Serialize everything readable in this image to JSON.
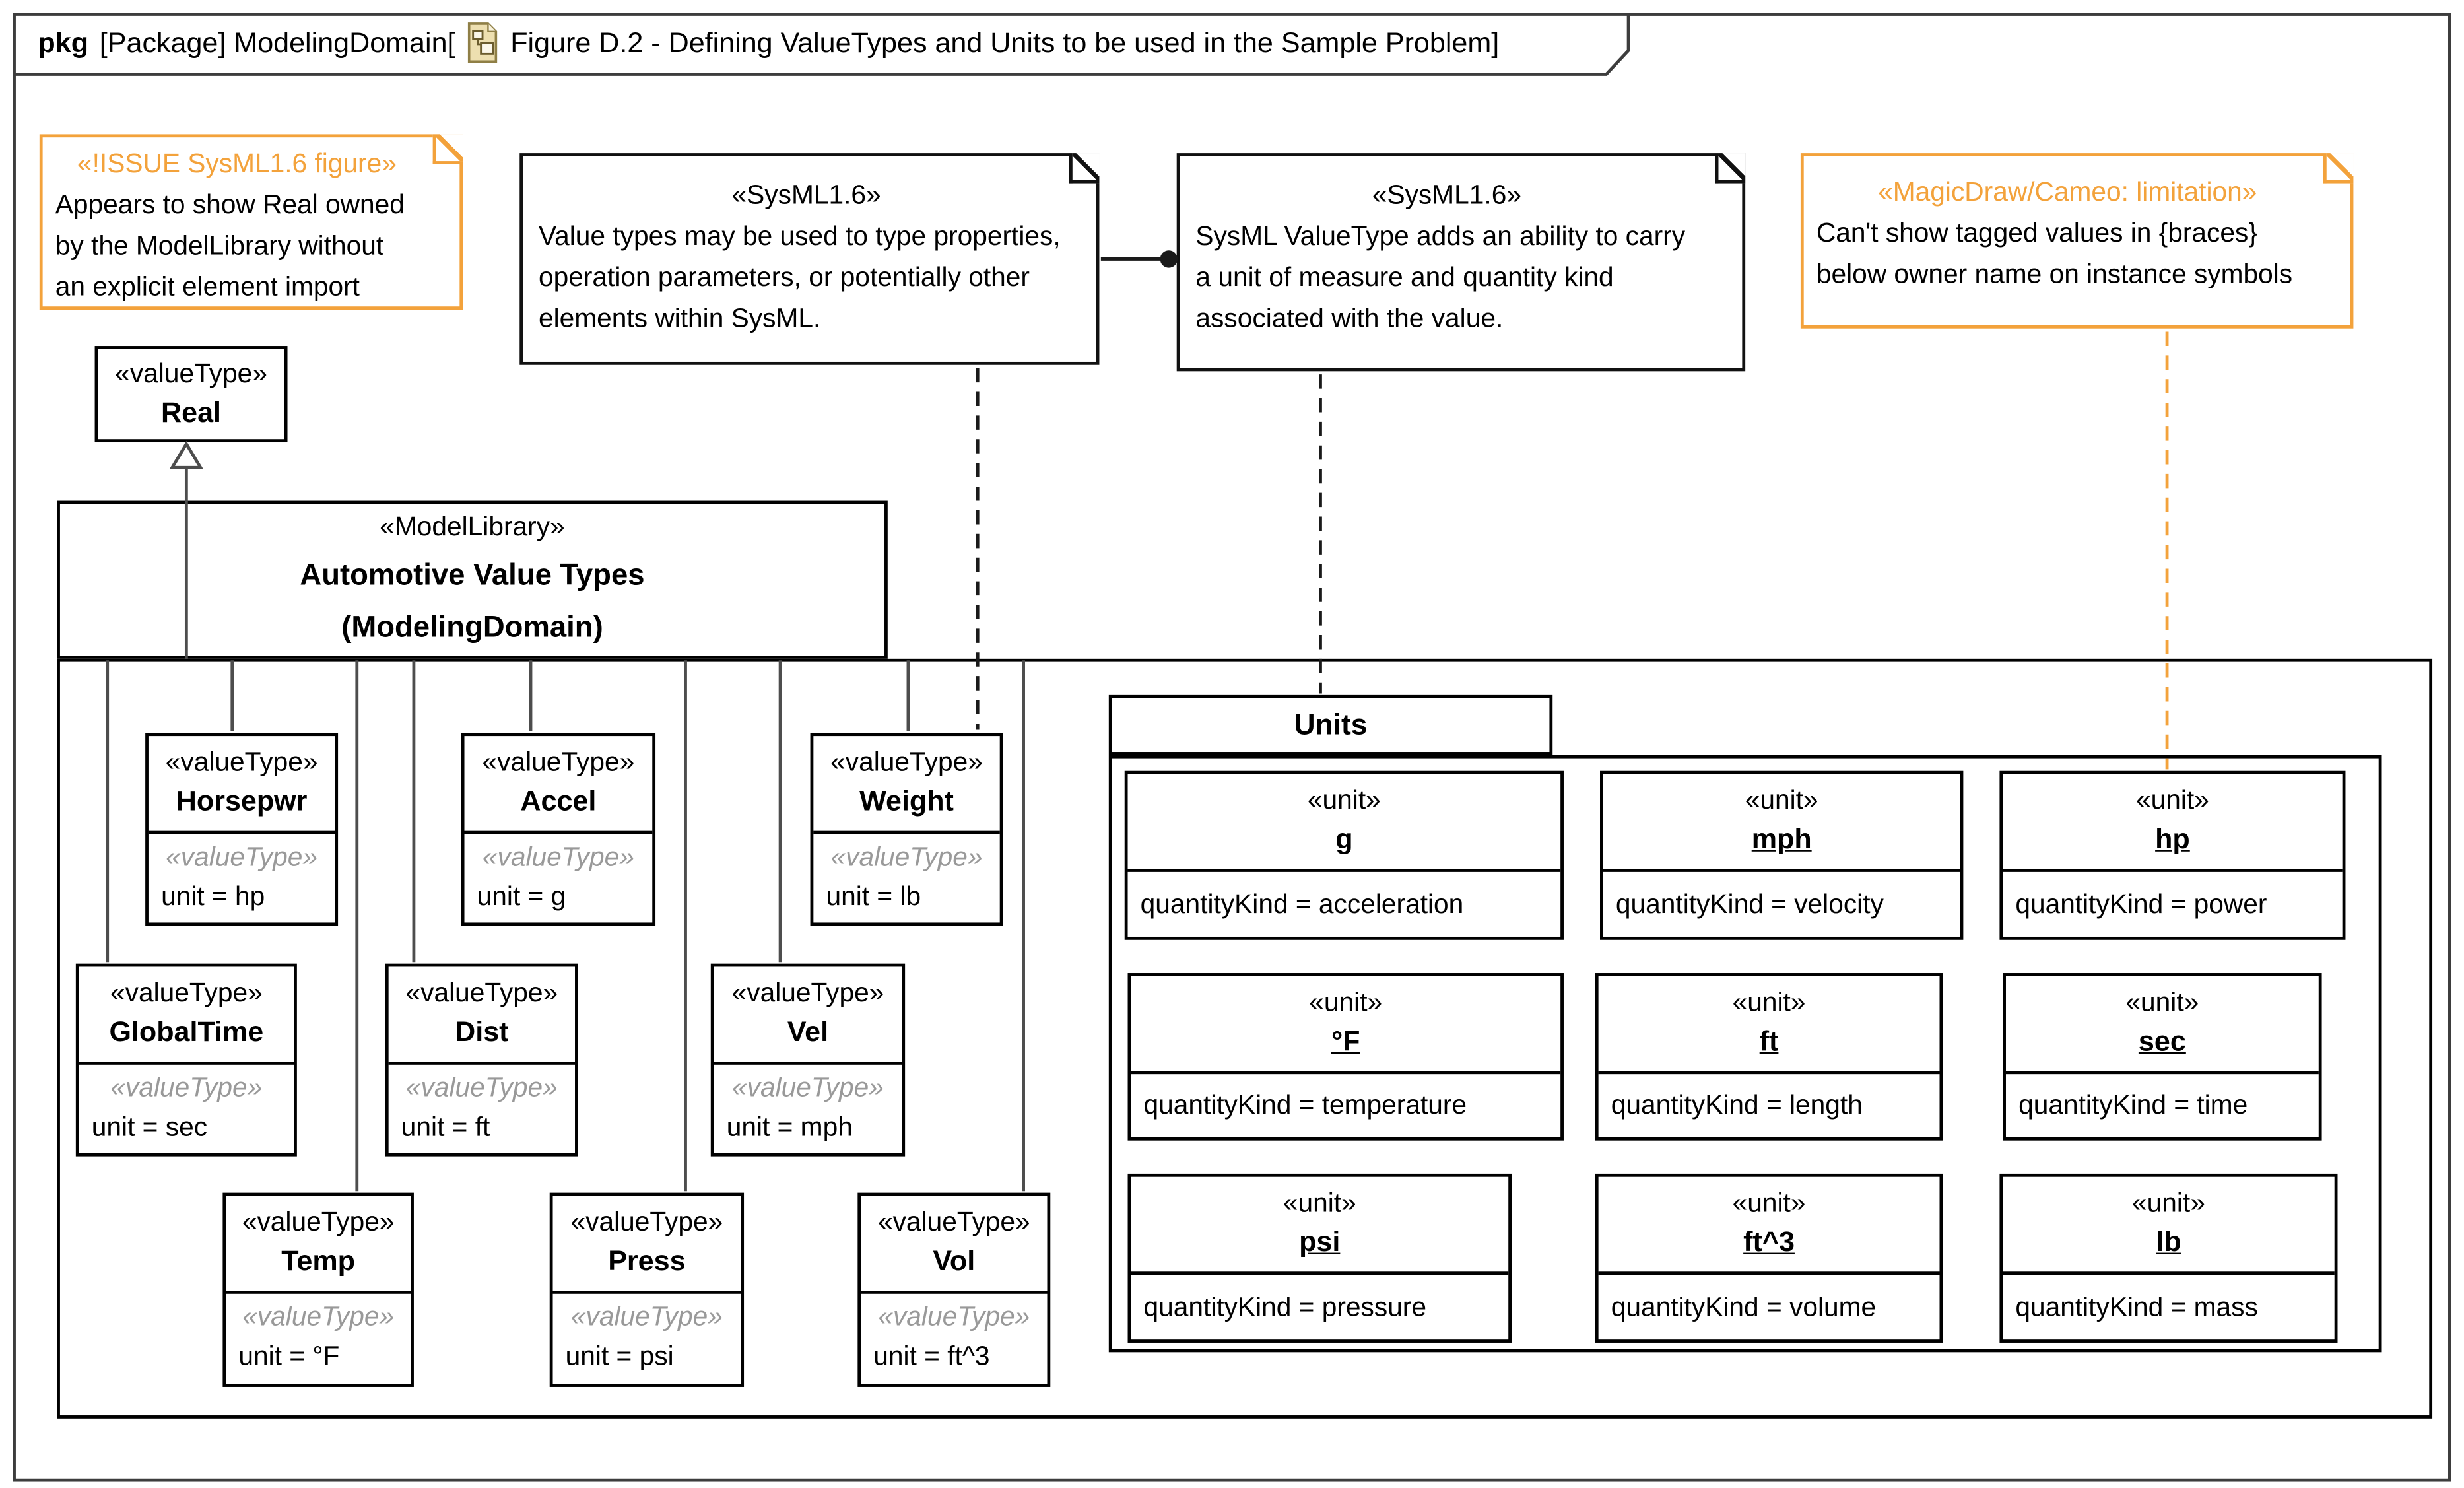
{
  "colors": {
    "annotation_orange": "#F3A23B",
    "generalization_line": "#4d4d4d",
    "stereotype_gray": "#999999",
    "frame_gray": "#3d3d3d"
  },
  "tab": {
    "keyword": "pkg",
    "context": "[Package] ModelingDomain[",
    "diagram_icon": "package-diagram-icon",
    "title": "Figure D.2 - Defining ValueTypes and Units to be used in the Sample Problem]"
  },
  "notes": {
    "issue": {
      "stereotype": "«!ISSUE SysML1.6 figure»",
      "body": "Appears to show Real owned by the ModelLibrary without an explicit element import"
    },
    "sysml_usage": {
      "stereotype": "«SysML1.6»",
      "body": "Value types may be used to type properties, operation parameters, or potentially other elements within SysML."
    },
    "sysml_valuetype": {
      "stereotype": "«SysML1.6»",
      "body": "SysML ValueType adds an ability to carry a unit of measure and quantity kind associated with the value."
    },
    "limitation": {
      "stereotype": "«MagicDraw/Cameo: limitation»",
      "body": "Can't show tagged values in {braces} below owner name on instance symbols"
    }
  },
  "real": {
    "stereotype": "«valueType»",
    "name": "Real"
  },
  "model_library": {
    "stereotype": "«ModelLibrary»",
    "name": "Automotive Value Types",
    "qualifier": "(ModelingDomain)"
  },
  "value_types": [
    {
      "stereotype": "«valueType»",
      "name": "Horsepwr",
      "tag_stereotype": "«valueType»",
      "tag": "unit = hp"
    },
    {
      "stereotype": "«valueType»",
      "name": "Accel",
      "tag_stereotype": "«valueType»",
      "tag": "unit = g"
    },
    {
      "stereotype": "«valueType»",
      "name": "Weight",
      "tag_stereotype": "«valueType»",
      "tag": "unit = lb"
    },
    {
      "stereotype": "«valueType»",
      "name": "GlobalTime",
      "tag_stereotype": "«valueType»",
      "tag": "unit = sec"
    },
    {
      "stereotype": "«valueType»",
      "name": "Dist",
      "tag_stereotype": "«valueType»",
      "tag": "unit = ft"
    },
    {
      "stereotype": "«valueType»",
      "name": "Vel",
      "tag_stereotype": "«valueType»",
      "tag": "unit = mph"
    },
    {
      "stereotype": "«valueType»",
      "name": "Temp",
      "tag_stereotype": "«valueType»",
      "tag": "unit = °F"
    },
    {
      "stereotype": "«valueType»",
      "name": "Press",
      "tag_stereotype": "«valueType»",
      "tag": "unit = psi"
    },
    {
      "stereotype": "«valueType»",
      "name": "Vol",
      "tag_stereotype": "«valueType»",
      "tag": "unit = ft^3"
    }
  ],
  "units_package": {
    "name": "Units",
    "units": [
      {
        "stereotype": "«unit»",
        "name": "g",
        "tag": "quantityKind = acceleration"
      },
      {
        "stereotype": "«unit»",
        "name": "mph",
        "tag": "quantityKind = velocity"
      },
      {
        "stereotype": "«unit»",
        "name": "hp",
        "tag": "quantityKind = power"
      },
      {
        "stereotype": "«unit»",
        "name": "°F",
        "tag": "quantityKind = temperature"
      },
      {
        "stereotype": "«unit»",
        "name": "ft",
        "tag": "quantityKind = length"
      },
      {
        "stereotype": "«unit»",
        "name": "sec",
        "tag": "quantityKind = time"
      },
      {
        "stereotype": "«unit»",
        "name": "psi",
        "tag": "quantityKind = pressure"
      },
      {
        "stereotype": "«unit»",
        "name": "ft^3",
        "tag": "quantityKind = volume"
      },
      {
        "stereotype": "«unit»",
        "name": "lb",
        "tag": "quantityKind = mass"
      }
    ]
  }
}
